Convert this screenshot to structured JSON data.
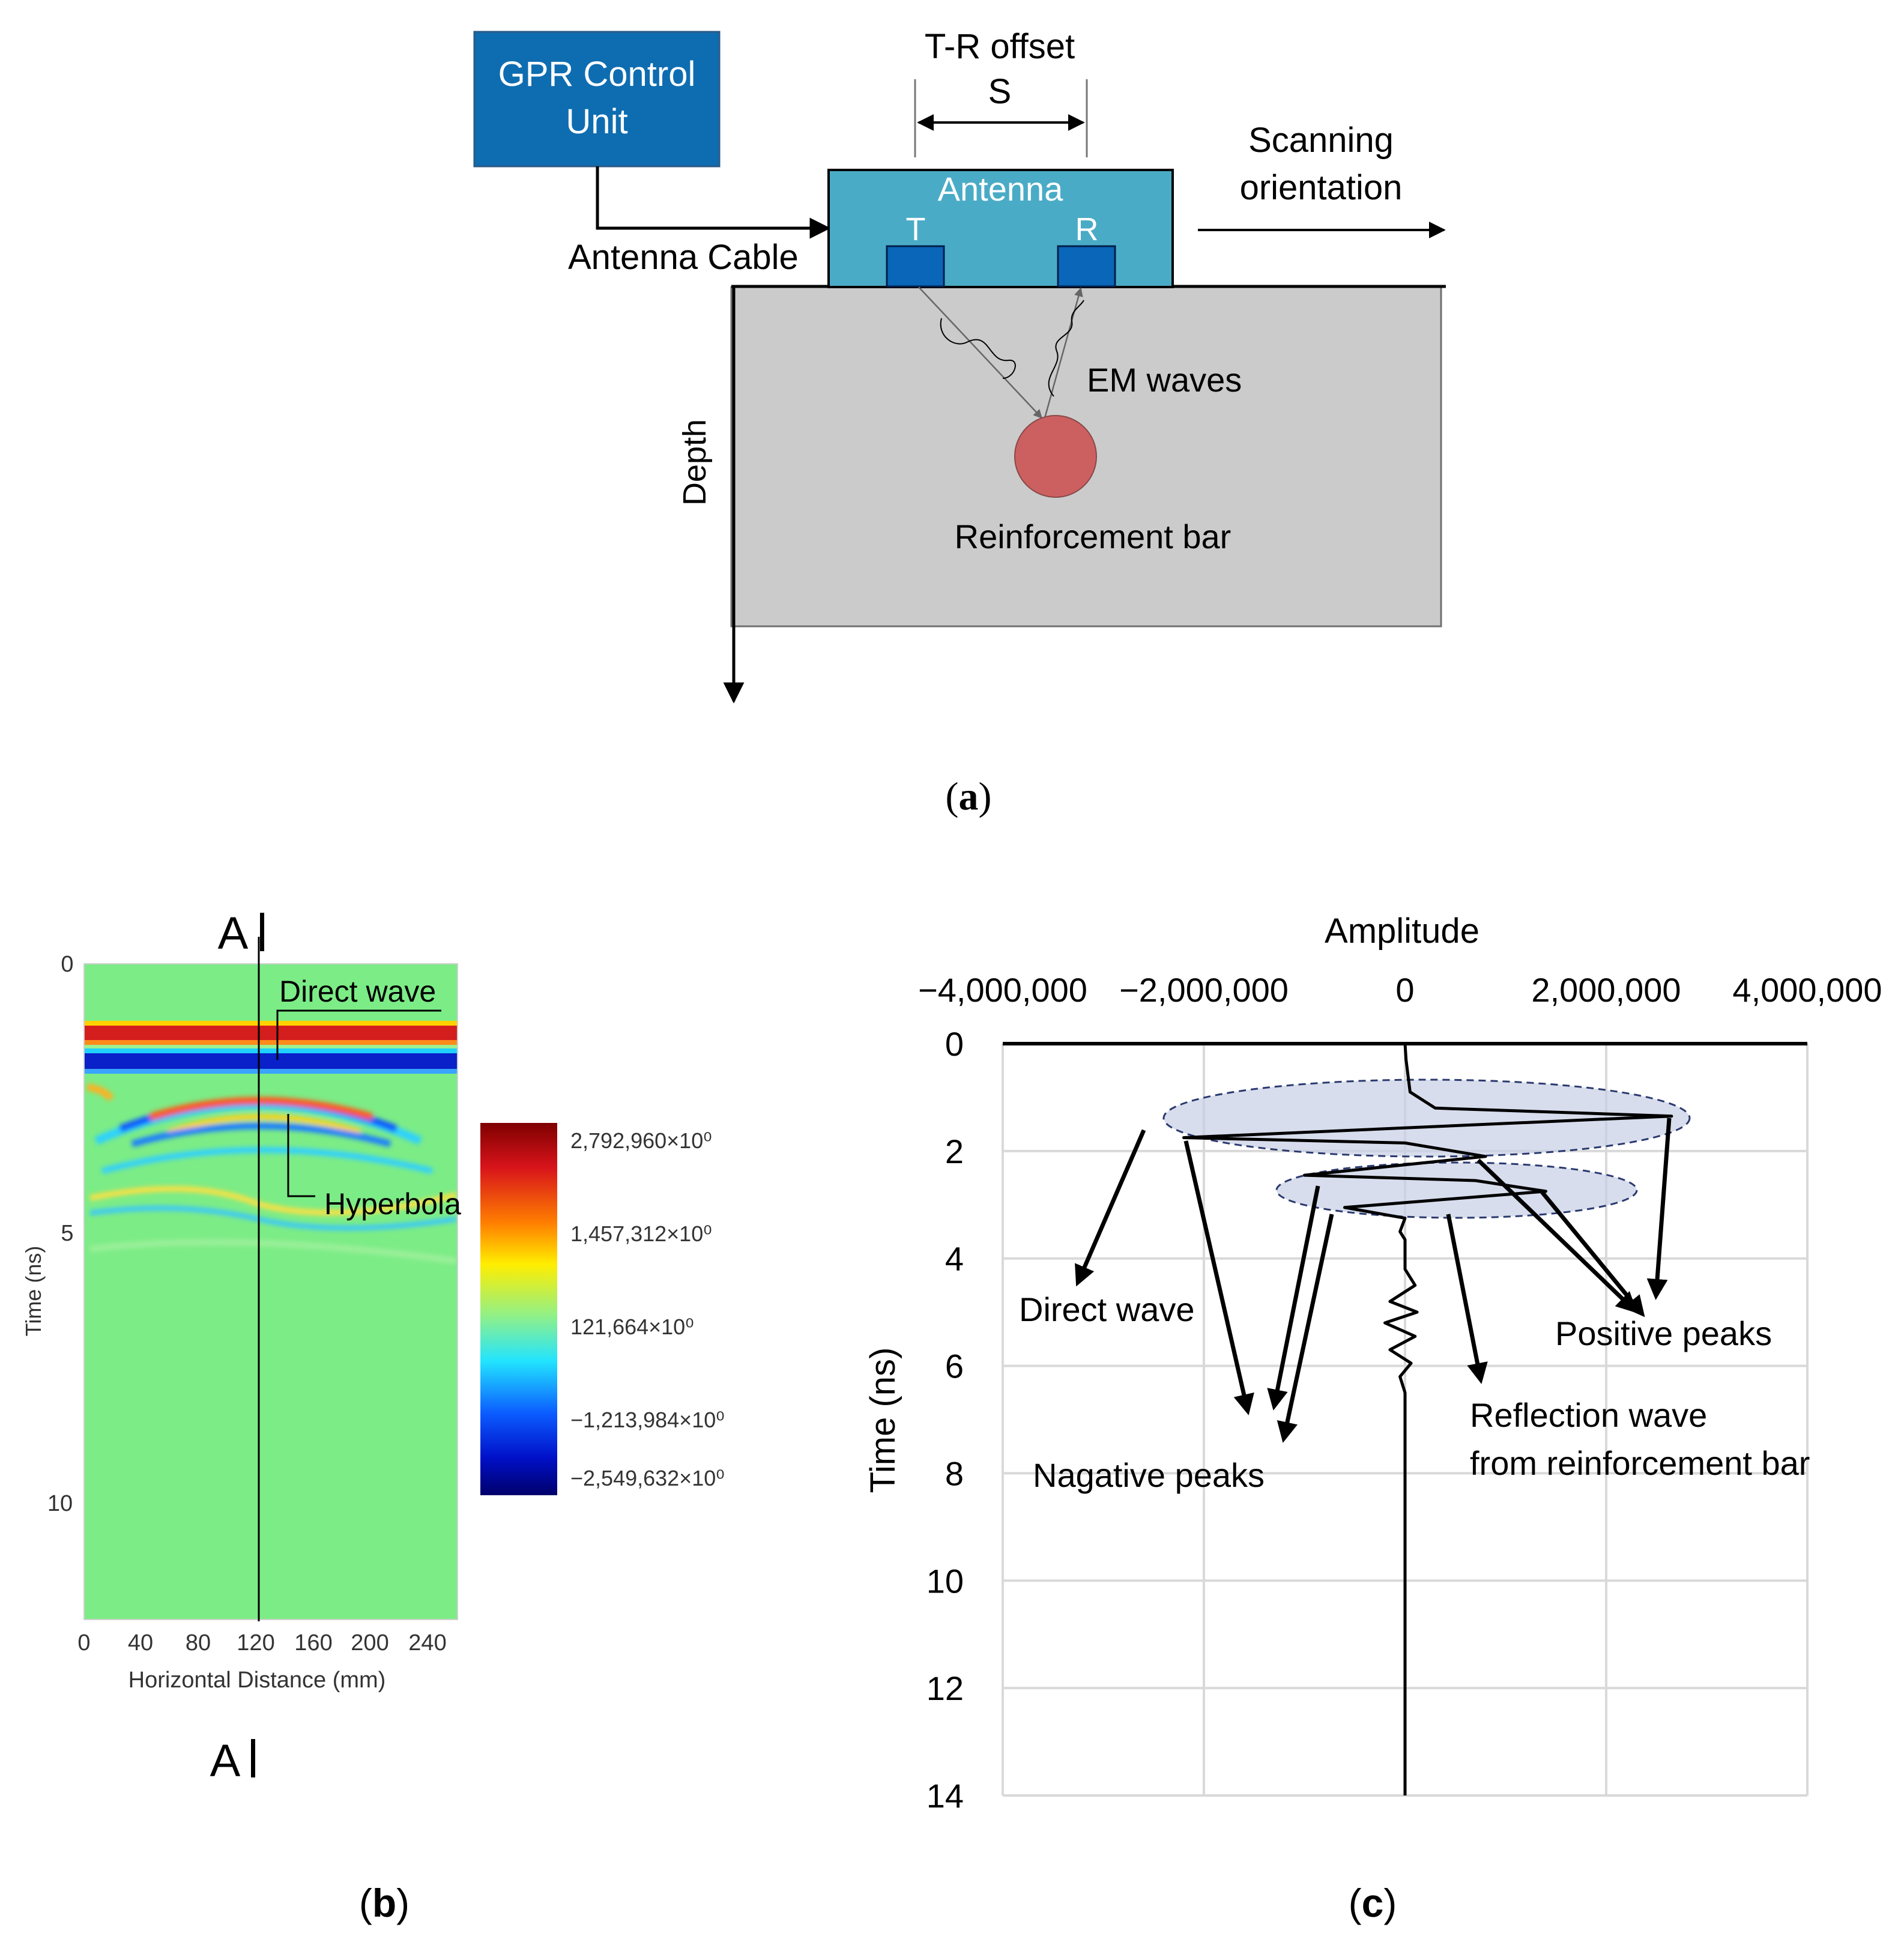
{
  "panel_a": {
    "control_unit_label_1": "GPR Control",
    "control_unit_label_2": "Unit",
    "offset_label": "T-R offset",
    "offset_symbol": "S",
    "scan_label_1": "Scanning",
    "scan_label_2": "orientation",
    "antenna_label": "Antenna",
    "transmitter_label": "T",
    "receiver_label": "R",
    "cable_label": "Antenna Cable",
    "waves_label": "EM waves",
    "depth_label": "Depth",
    "rebar_label": "Reinforcement bar",
    "caption_letter": "a",
    "colors": {
      "control_unit": "#0e6db1",
      "antenna": "#4aabc6",
      "tr_box": "#0a66b8",
      "medium": "#cbcbcb",
      "rebar": "#cc6060"
    }
  },
  "panel_b": {
    "top_marker": "A",
    "bottom_marker": "A",
    "annotation_direct": "Direct wave",
    "annotation_hyperbola": "Hyperbola",
    "ylabel": "Time (ns)",
    "xlabel": "Horizontal Distance (mm)",
    "yticks": [
      "0",
      "5",
      "10"
    ],
    "xticks": [
      "0",
      "40",
      "80",
      "120",
      "160",
      "200",
      "240"
    ],
    "colorbar_labels": [
      "2,792,960×10⁰",
      "1,457,312×10⁰",
      "121,664×10⁰",
      "−1,213,984×10⁰",
      "−2,549,632×10⁰"
    ],
    "caption_letter": "b"
  },
  "chart_data": {
    "type": "line",
    "title": "",
    "xlabel": "Amplitude",
    "ylabel": "Time (ns)",
    "xlim": [
      -4000000,
      4000000
    ],
    "ylim": [
      0,
      14
    ],
    "xticks": [
      "−4,000,000",
      "−2,000,000",
      "0",
      "2,000,000",
      "4,000,000"
    ],
    "yticks": [
      "0",
      "2",
      "4",
      "6",
      "8",
      "10",
      "12",
      "14"
    ],
    "grid": true,
    "series": [
      {
        "x": [
          0,
          10000,
          50000,
          300000,
          2650000,
          -2200000,
          0,
          800000,
          -1000000,
          700000,
          1400000,
          -600000,
          0,
          -50000,
          0,
          0,
          100000,
          -150000,
          120000,
          -200000,
          100000,
          -150000,
          60000,
          -50000,
          0,
          0,
          0
        ],
        "y": [
          0,
          0.3,
          0.9,
          1.2,
          1.35,
          1.75,
          1.85,
          2.1,
          2.45,
          2.55,
          2.75,
          3.05,
          3.25,
          3.5,
          3.65,
          4.2,
          4.5,
          4.8,
          5.0,
          5.2,
          5.45,
          5.7,
          5.95,
          6.2,
          6.5,
          9.0,
          14.0
        ]
      }
    ],
    "annotations": [
      "Direct wave",
      "Nagative peaks",
      "Positive peaks",
      "Reflection wave",
      "from reinforcement bar"
    ],
    "caption_letter": "c"
  }
}
